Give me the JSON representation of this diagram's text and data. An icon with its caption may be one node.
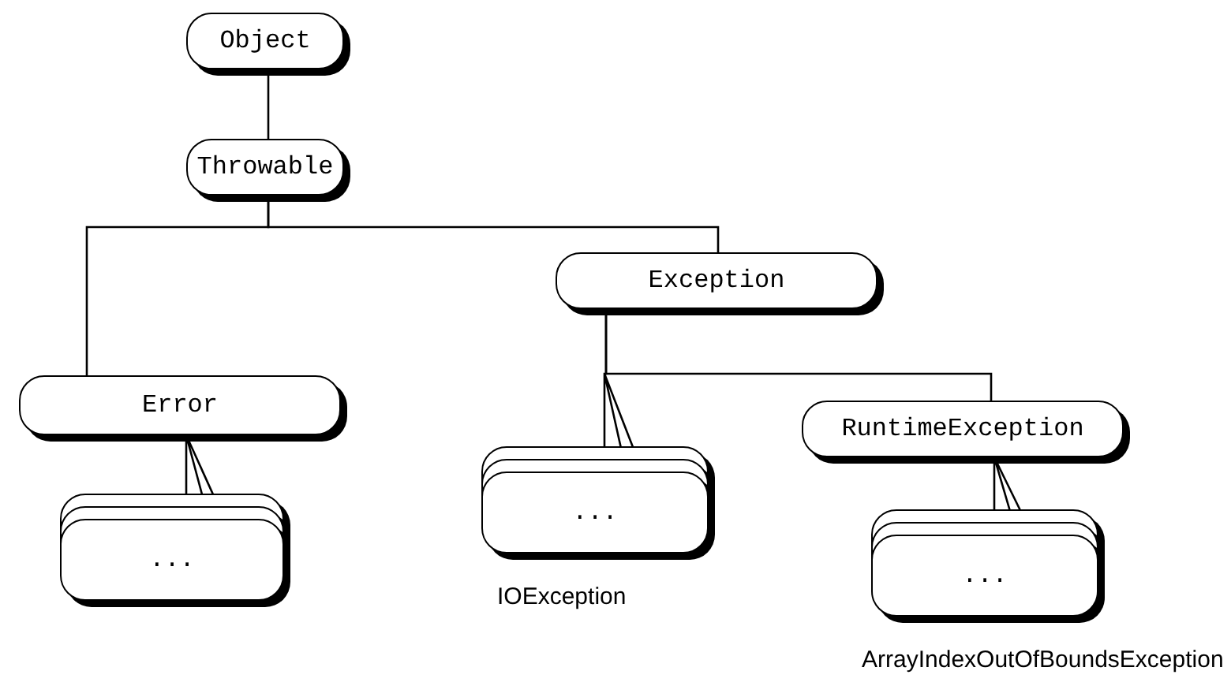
{
  "diagram": {
    "nodes": [
      {
        "text": [
          "Object"
        ]
      },
      {
        "text": [
          "Throwable"
        ]
      },
      {
        "text": [
          "Error"
        ]
      },
      {
        "text": [
          "Exception"
        ]
      },
      {
        "text": [
          "..."
        ]
      },
      {
        "text": [
          "..."
        ],
        "beside": [
          "IOException"
        ]
      },
      {
        "text": [
          "RuntimeException"
        ]
      },
      {
        "text": [
          "..."
        ],
        "beside": [
          "ArrayIndexOutOfBoundsException"
        ]
      }
    ],
    "edges": [
      {
        "from": 0,
        "to": 1,
        "arrow": "none"
      },
      {
        "from": 1,
        "to": 2,
        "arrow": "none"
      },
      {
        "from": 1,
        "to": 3,
        "arrow": "none"
      },
      {
        "from": 2,
        "to": 4,
        "arrow": "none"
      },
      {
        "from": 3,
        "to": 5,
        "arrow": "none"
      },
      {
        "from": 3,
        "to": 6,
        "arrow": "none"
      },
      {
        "from": 6,
        "to": 7,
        "arrow": "none"
      }
    ]
  }
}
